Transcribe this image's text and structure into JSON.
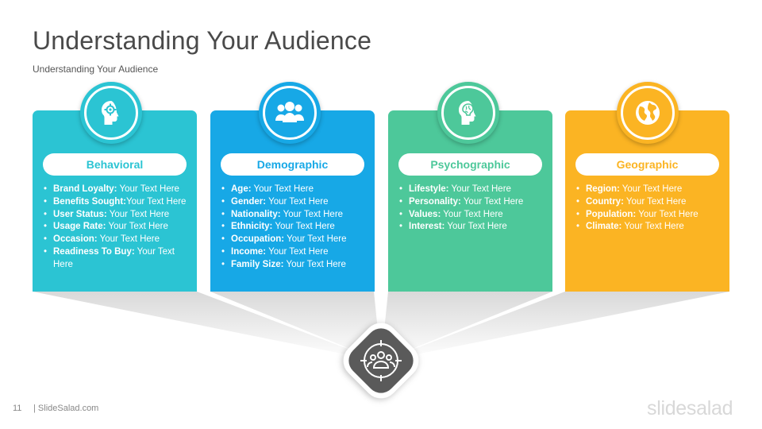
{
  "slide": {
    "title": "Understanding Your Audience",
    "subtitle": "Understanding  Your Audience",
    "page_number": "11",
    "footer_site": "| SlideSalad.com",
    "brand": "slidesalad"
  },
  "colors": {
    "behavioral": "#2bc4d3",
    "demographic": "#17a8e6",
    "psychographic": "#4dc89a",
    "geographic": "#fbb423",
    "center": "#5a5a5a"
  },
  "cards": [
    {
      "label": "Behavioral",
      "icon": "head-gear-icon",
      "items": [
        {
          "key": "Brand Loyalty:",
          "value": " Your Text Here"
        },
        {
          "key": "Benefits Sought:",
          "value": "Your Text Here"
        },
        {
          "key": "User Status:",
          "value": " Your Text Here"
        },
        {
          "key": "Usage Rate:",
          "value": " Your Text Here"
        },
        {
          "key": "Occasion:",
          "value": " Your Text Here"
        },
        {
          "key": "Readiness To Buy:",
          "value": " Your Text Here"
        }
      ]
    },
    {
      "label": "Demographic",
      "icon": "group-icon",
      "items": [
        {
          "key": "Age:",
          "value": " Your Text Here"
        },
        {
          "key": "Gender:",
          "value": " Your Text Here"
        },
        {
          "key": "Nationality:",
          "value": " Your Text Here"
        },
        {
          "key": "Ethnicity:",
          "value": " Your Text Here"
        },
        {
          "key": "Occupation:",
          "value": " Your Text Here"
        },
        {
          "key": "Income:",
          "value": " Your Text Here"
        },
        {
          "key": "Family Size:",
          "value": " Your Text Here"
        }
      ]
    },
    {
      "label": "Psychographic",
      "icon": "brain-head-icon",
      "items": [
        {
          "key": "Lifestyle:",
          "value": "  Your Text Here"
        },
        {
          "key": "Personality:",
          "value": "  Your Text Here"
        },
        {
          "key": "Values:",
          "value": " Your Text Here"
        },
        {
          "key": "Interest:",
          "value": " Your Text Here"
        }
      ]
    },
    {
      "label": "Geographic",
      "icon": "globe-icon",
      "items": [
        {
          "key": "Region:",
          "value": " Your Text Here"
        },
        {
          "key": "Country:",
          "value": " Your Text Here"
        },
        {
          "key": "Population:",
          "value": " Your Text Here"
        },
        {
          "key": "Climate:",
          "value": "  Your Text Here"
        }
      ]
    }
  ],
  "center_icon": "target-audience-icon"
}
